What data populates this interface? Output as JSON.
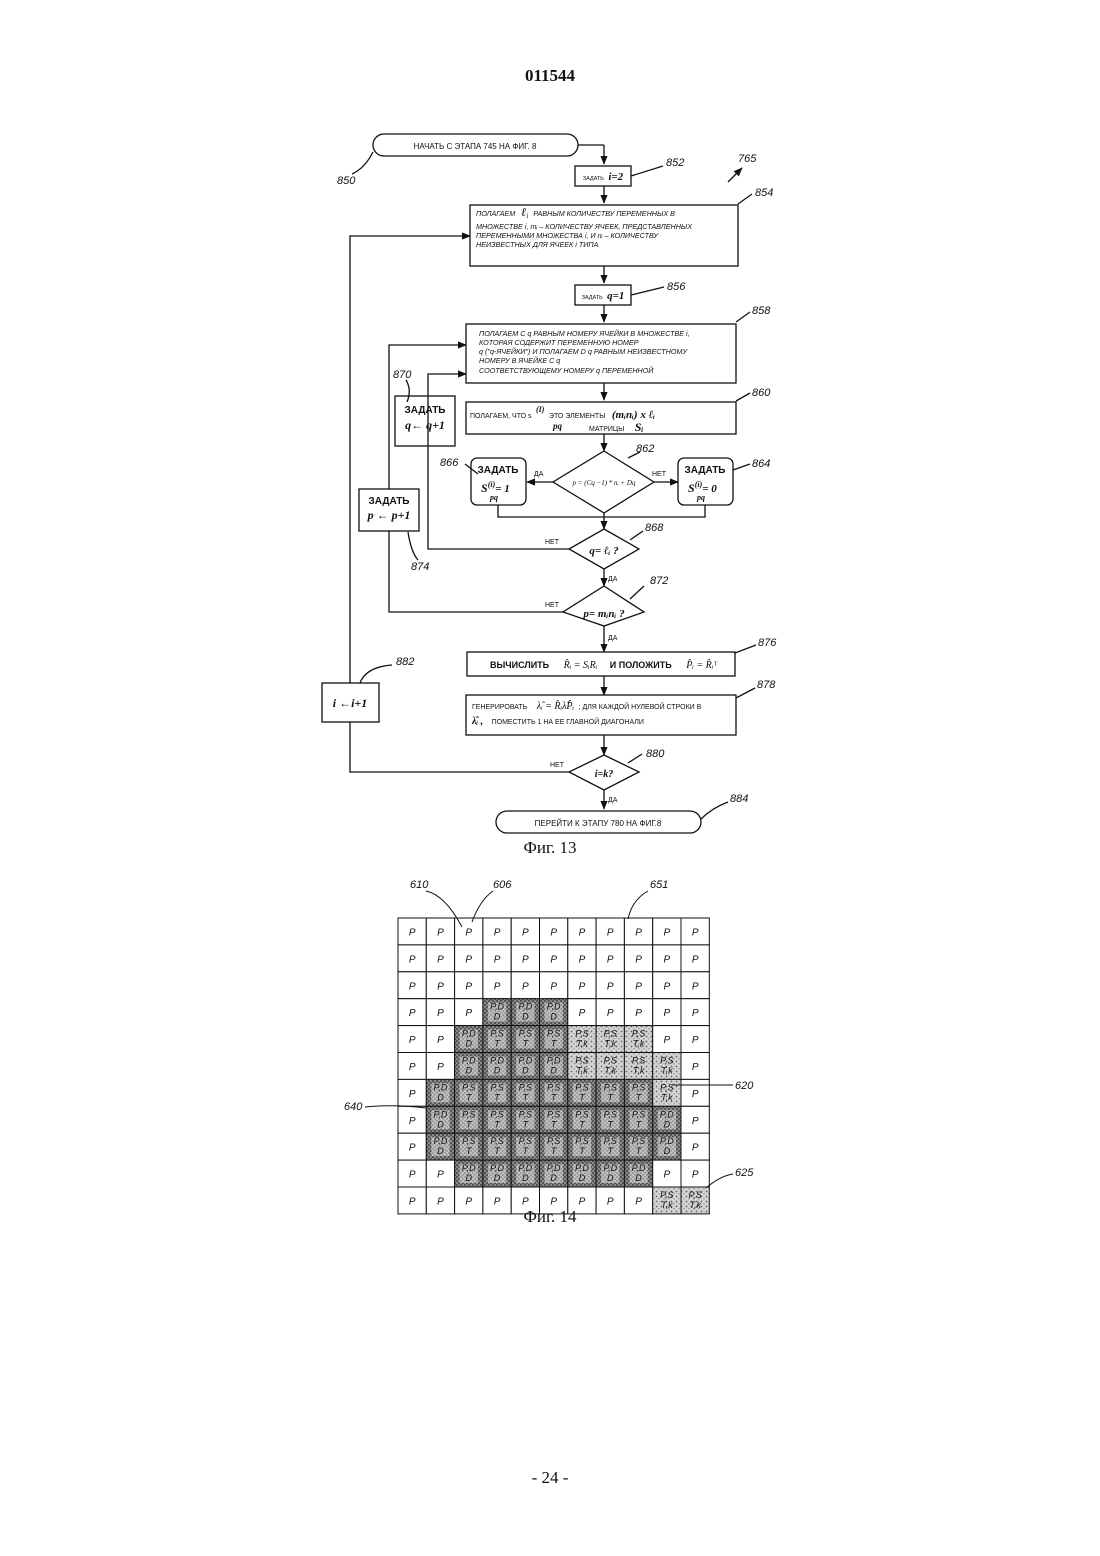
{
  "header": {
    "doc_number": "011544"
  },
  "footer": {
    "page_number": "- 24 -"
  },
  "fig13": {
    "caption": "Фиг. 13",
    "refs": {
      "r765": "765",
      "r850": "850",
      "r852": "852",
      "r854": "854",
      "r856": "856",
      "r858": "858",
      "r860": "860",
      "r862": "862",
      "r864": "864",
      "r866": "866",
      "r868": "868",
      "r870": "870",
      "r872": "872",
      "r874": "874",
      "r876": "876",
      "r878": "878",
      "r880": "880",
      "r882": "882",
      "r884": "884"
    },
    "start": "НАЧАТЬ С ЭТАПА 745 НА ФИГ. 8",
    "set_i_prefix": "ЗАДАТЬ",
    "set_i_expr": "i=2",
    "box854": {
      "word1": "ПОЛАГАЕМ",
      "sym": "ℓ",
      "sub": "i",
      "rest1": "РАВНЫМ КОЛИЧЕСТВУ ПЕРЕМЕННЫХ В",
      "l2": "МНОЖЕСТВЕ i, mᵢ – КОЛИЧЕСТВУ ЯЧЕЕК, ПРЕДСТАВЛЕННЫХ",
      "l3": "ПЕРЕМЕННЫМИ МНОЖЕСТВА i, И nᵢ – КОЛИЧЕСТВУ",
      "l4": "НЕИЗВЕСТНЫХ ДЛЯ ЯЧЕЕК i ТИПА"
    },
    "set_q_prefix": "ЗАДАТЬ",
    "set_q_expr": "q=1",
    "box858": {
      "l1": "ПОЛАГАЕМ C q  РАВНЫМ НОМЕРУ ЯЧЕЙКИ В МНОЖЕСТВЕ i,",
      "l2": "КОТОРАЯ СОДЕРЖИТ ПЕРЕМЕННУЮ НОМЕР",
      "l3": "q (\"q-ЯЧЕЙКИ\") И ПОЛАГАЕМ D q  РАВНЫМ НЕИЗВЕСТНОМУ",
      "l4": "НОМЕРУ В ЯЧЕЙКЕ C q",
      "l5": "СООТВЕТСТВУЮЩЕМУ НОМЕРУ q ПЕРЕМЕННОЙ"
    },
    "box860": {
      "prefix": "ПОЛАГАЕМ, ЧТО s",
      "sup": "(I)",
      "sub": "pq",
      "mid": "ЭТО ЭЛЕМЕНТЫ",
      "dims": "(mᵢnᵢ) x ℓᵢ",
      "matrix_word": "МАТРИЦЫ",
      "matrix_sym": "Sᵢ"
    },
    "set_q_next_title": "ЗАДАТЬ",
    "set_q_next_expr": "q← q+1",
    "set_p_next_title": "ЗАДАТЬ",
    "set_p_next_expr": "p ← p+1",
    "set_one_title": "ЗАДАТЬ",
    "set_one_expr": "= 1",
    "set_zero_title": "ЗАДАТЬ",
    "set_zero_expr": "= 0",
    "s_sym": "S",
    "s_sup": "(i)",
    "s_sub": "pq",
    "d862": "p = (Cq −1) * nᵢ + Dq",
    "d868": "q= ℓᵢ ?",
    "d872": "p= mᵢnᵢ ?",
    "d880": "i=k?",
    "yes": "ДА",
    "no": "НЕТ",
    "box876": {
      "w1": "ВЫЧИСЛИТЬ",
      "f1": "R̂ᵢ = SᵢRᵢ",
      "w2": "И ПОЛОЖИТЬ",
      "f2": "P̂ᵢ = R̂ᵢᵀ"
    },
    "box878": {
      "w1": "ГЕНЕРИРОВАТЬ",
      "f1": "λ̂ᵢ = R̂ᵢλ̂P̂ᵢ",
      "rest1": "; ДЛЯ КАЖДОЙ НУЛЕВОЙ СТРОКИ В",
      "sym2": "λ̂ᵢ ,",
      "rest2": "ПОМЕСТИТЬ 1 НА ЕЕ ГЛАВНОЙ ДИАГОНАЛИ"
    },
    "box882": "i ←i+1",
    "end": "ПЕРЕЙТИ К ЭТАПУ 780 НА ФИГ.8"
  },
  "fig14": {
    "caption": "Фиг. 14",
    "refs": {
      "r610": "610",
      "r606": "606",
      "r651": "651",
      "r620": "620",
      "r640": "640",
      "r625": "625"
    },
    "label_p": "P",
    "label_pd": [
      "P,D",
      "D"
    ],
    "label_pst": [
      "P,S",
      "T"
    ],
    "label_pstk": [
      "P,S",
      "T,k"
    ],
    "grid": [
      "PPPPPPPPPPP",
      "PPPPPPPPPPP",
      "PPPDDDPPPPP",
      "PPDSSSKKKPP",
      "PPDDDDKKKKP",
      "PDSSSSSSSKP",
      "PDSSSSSSSDP",
      "PDSSSSSSSDP",
      "PPDDDDDDDPP",
      "PPPPPPPPPKK"
    ],
    "grid_first_row": "PPPPPPPPPPP"
  }
}
